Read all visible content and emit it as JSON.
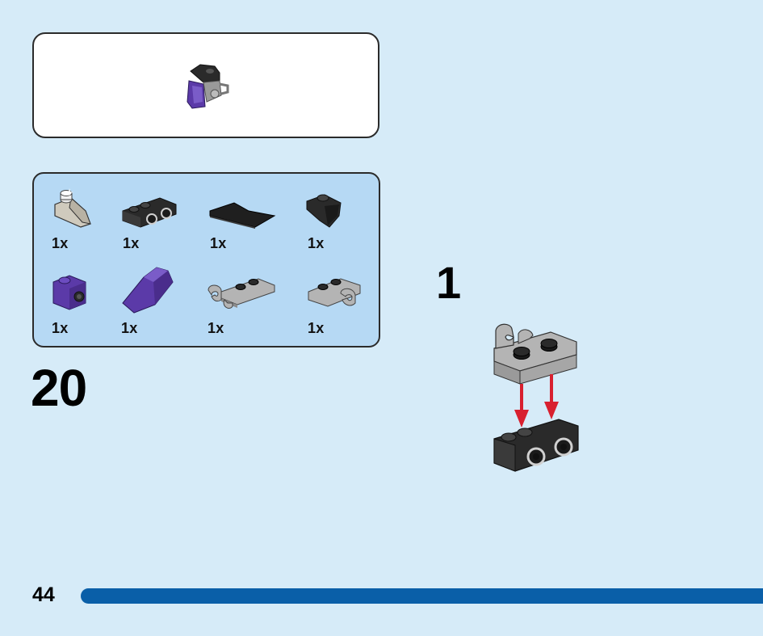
{
  "submodel": {
    "icon": "submodel-purple-black-assembly"
  },
  "parts": [
    {
      "icon": "light-gray-transparent-stud-slope-piece",
      "qty": "1x"
    },
    {
      "icon": "black-bracket-plate-1x2",
      "qty": "1x"
    },
    {
      "icon": "black-wedge-tile",
      "qty": "1x"
    },
    {
      "icon": "black-round-slope-piece",
      "qty": "1x"
    },
    {
      "icon": "purple-bracket-brick",
      "qty": "1x"
    },
    {
      "icon": "purple-curved-slope",
      "qty": "1x"
    },
    {
      "icon": "light-gray-clip-plate",
      "qty": "1x"
    },
    {
      "icon": "light-gray-clip-plate",
      "qty": "1x"
    }
  ],
  "step_number": "20",
  "substep_number": "1",
  "page_number": "44",
  "colors": {
    "background": "#d6ebf8",
    "parts_panel": "#b6d9f4",
    "progress_bar": "#0a5fa8",
    "arrow": "#d8202f",
    "purple": "#5b3aa8",
    "black_part": "#2a2a2a",
    "gray_part": "#a8a8a8"
  }
}
